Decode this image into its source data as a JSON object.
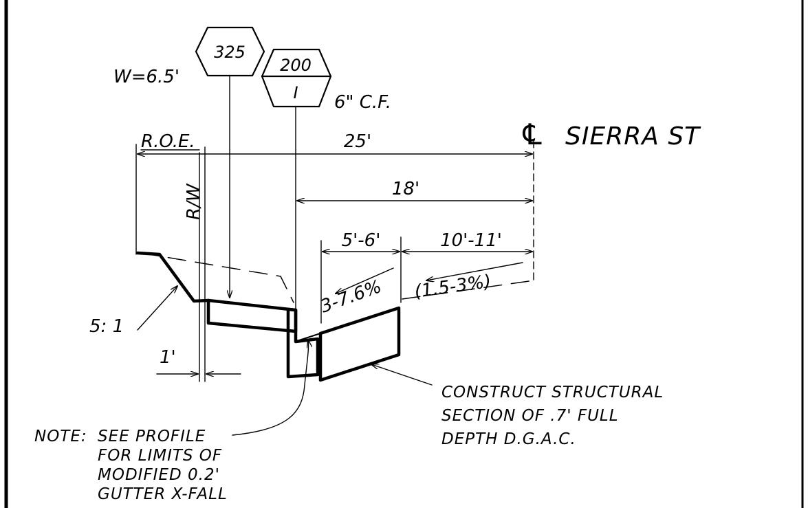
{
  "callouts": {
    "hex_325": "325",
    "hex_200": "200",
    "hex_I": "I",
    "width_label": "W=6.5'",
    "cf_label": "6\" C.F."
  },
  "title": {
    "centerline_symbol": "℄",
    "street": "SIERRA ST"
  },
  "dimensions": {
    "roe": "R.O.E.",
    "rw": "R/W",
    "d25": "25'",
    "d18": "18'",
    "d5_6": "5'-6'",
    "d10_11": "10'-11'",
    "slope_3_7_6": "3-7.6%",
    "slope_1_5_3": "(1.5-3%)",
    "slope_5_1": "5: 1",
    "d1": "1'"
  },
  "notes": {
    "structural": [
      "CONSTRUCT STRUCTURAL",
      "SECTION OF .7' FULL",
      "DEPTH D.G.A.C."
    ],
    "note_label": "NOTE:",
    "profile": [
      "SEE PROFILE",
      "FOR LIMITS OF",
      "MODIFIED 0.2'",
      "GUTTER X-FALL"
    ]
  }
}
